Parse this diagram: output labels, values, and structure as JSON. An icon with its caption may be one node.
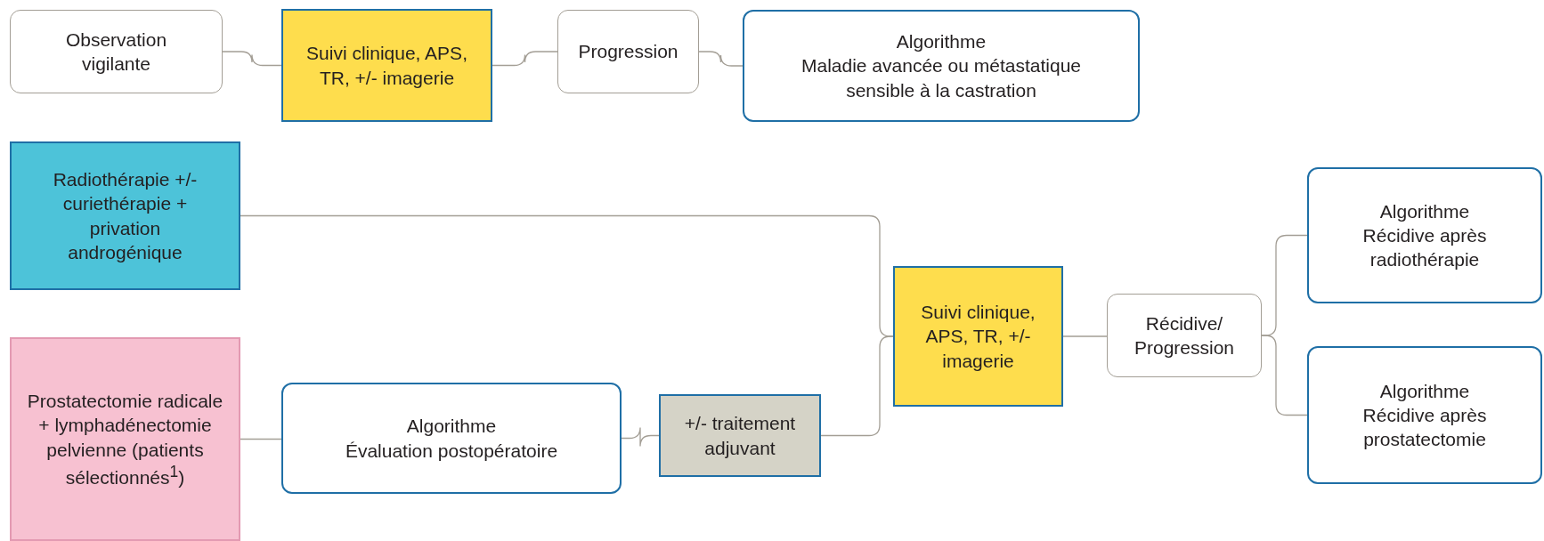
{
  "diagram": {
    "nodes": [
      {
        "text": [
          "Observation vigilante"
        ]
      },
      {
        "text": [
          "Suivi clinique, APS, TR, +/- imagerie"
        ]
      },
      {
        "text": [
          "Progression"
        ]
      },
      {
        "text": [
          "Algorithme",
          "Maladie avancée ou métastatique sensible à la castration"
        ]
      },
      {
        "text": [
          "Radiothérapie +/- curiethérapie + privation androgénique"
        ]
      },
      {
        "text": [
          "Prostatectomie radicale + lymphadénectomie pelvienne (patients sélectionnés$^{1}$)"
        ]
      },
      {
        "text": [
          "Algorithme",
          "Évaluation postopératoire"
        ]
      },
      {
        "text": [
          "+/- traitement adjuvant"
        ]
      },
      {
        "text": [
          "Suivi clinique, APS, TR, +/- imagerie"
        ]
      },
      {
        "text": [
          "Récidive/ Progression"
        ]
      },
      {
        "text": [
          "Algorithme",
          "Récidive après radiothérapie"
        ]
      },
      {
        "text": [
          "Algorithme",
          "Récidive après prostatectomie"
        ]
      }
    ],
    "edges": [
      {
        "from": 0,
        "to": 1,
        "arrow": "none"
      },
      {
        "from": 1,
        "to": 2,
        "arrow": "none"
      },
      {
        "from": 2,
        "to": 3,
        "arrow": "none"
      },
      {
        "from": 4,
        "to": 8,
        "arrow": "none"
      },
      {
        "from": 5,
        "to": 6,
        "arrow": "none"
      },
      {
        "from": 6,
        "to": 7,
        "arrow": "none"
      },
      {
        "from": 7,
        "to": 8,
        "arrow": "none"
      },
      {
        "from": 8,
        "to": 9,
        "arrow": "none"
      },
      {
        "from": 9,
        "to": 10,
        "arrow": "none"
      },
      {
        "from": 9,
        "to": 11,
        "arrow": "none"
      }
    ]
  }
}
